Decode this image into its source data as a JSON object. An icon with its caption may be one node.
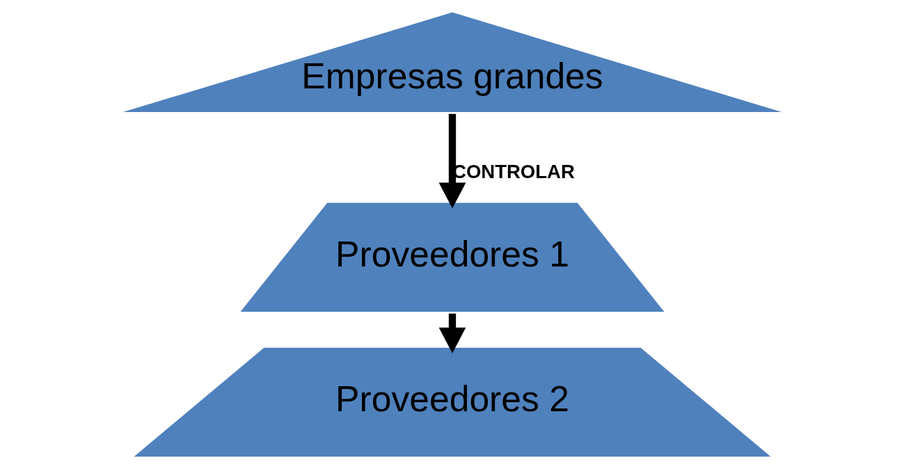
{
  "diagram": {
    "nodes": [
      {
        "text": [
          "Empresas grandes"
        ]
      },
      {
        "text": [
          "Proveedores 1"
        ]
      },
      {
        "text": [
          "Proveedores 2"
        ]
      }
    ],
    "edges": [
      {
        "from": 0,
        "to": 1,
        "arrow": "to",
        "label": "CONTROLAR"
      },
      {
        "from": 1,
        "to": 2,
        "arrow": "to"
      }
    ]
  }
}
